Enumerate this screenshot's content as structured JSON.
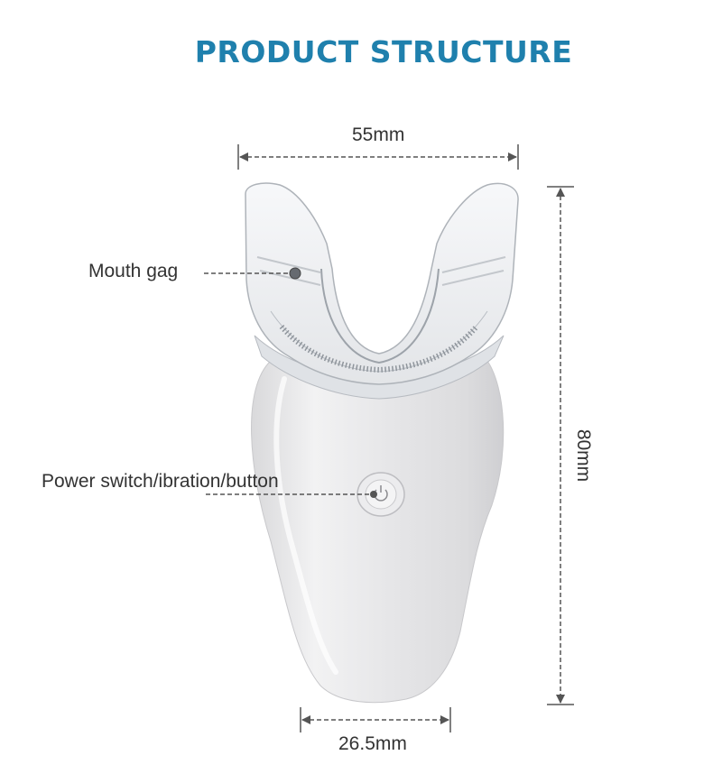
{
  "title": "PRODUCT STRUCTURE",
  "dimensions": {
    "width_top": "55mm",
    "height_right": "80mm",
    "width_bottom": "26.5mm"
  },
  "callouts": {
    "mouth_gag": "Mouth gag",
    "power_switch": "Power switch/ibration/button"
  },
  "colors": {
    "title": "#1f80ad",
    "text": "#333333",
    "dimension_line": "#555555",
    "device_body": "#e9e9ea"
  }
}
